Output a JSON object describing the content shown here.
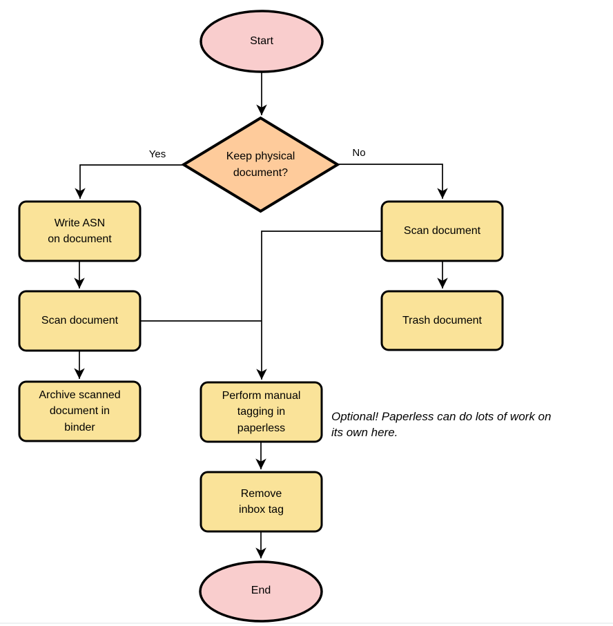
{
  "diagram": {
    "type": "flowchart",
    "nodes": {
      "start": {
        "label": "Start",
        "shape": "ellipse"
      },
      "decision": {
        "label": "Keep physical\ndocument?",
        "shape": "diamond"
      },
      "write_asn": {
        "label": "Write ASN\non document",
        "shape": "process"
      },
      "scan_left": {
        "label": "Scan document",
        "shape": "process"
      },
      "archive": {
        "label": "Archive scanned\ndocument in\nbinder",
        "shape": "process"
      },
      "scan_right": {
        "label": "Scan document",
        "shape": "process"
      },
      "trash": {
        "label": "Trash document",
        "shape": "process"
      },
      "tagging": {
        "label": "Perform manual\ntagging in\npaperless",
        "shape": "process"
      },
      "remove_inbox": {
        "label": "Remove\ninbox tag",
        "shape": "process"
      },
      "end": {
        "label": "End",
        "shape": "ellipse"
      }
    },
    "branch_labels": {
      "yes": "Yes",
      "no": "No"
    },
    "edges": [
      {
        "from": "start",
        "to": "decision",
        "label": ""
      },
      {
        "from": "decision",
        "to": "write_asn",
        "label": "Yes"
      },
      {
        "from": "decision",
        "to": "scan_right",
        "label": "No"
      },
      {
        "from": "write_asn",
        "to": "scan_left",
        "label": ""
      },
      {
        "from": "scan_left",
        "to": "archive",
        "label": ""
      },
      {
        "from": "scan_right",
        "to": "trash",
        "label": ""
      },
      {
        "from": "scan_left",
        "to": "tagging",
        "label": ""
      },
      {
        "from": "scan_right",
        "to": "tagging",
        "label": ""
      },
      {
        "from": "tagging",
        "to": "remove_inbox",
        "label": ""
      },
      {
        "from": "remove_inbox",
        "to": "end",
        "label": ""
      }
    ],
    "annotation": {
      "text": "Optional! Paperless can do lots of work on\nits own here."
    },
    "colors": {
      "terminal_fill": "#f9cdcd",
      "decision_fill": "#fecb9b",
      "process_fill": "#fae399",
      "stroke": "#000000"
    }
  }
}
